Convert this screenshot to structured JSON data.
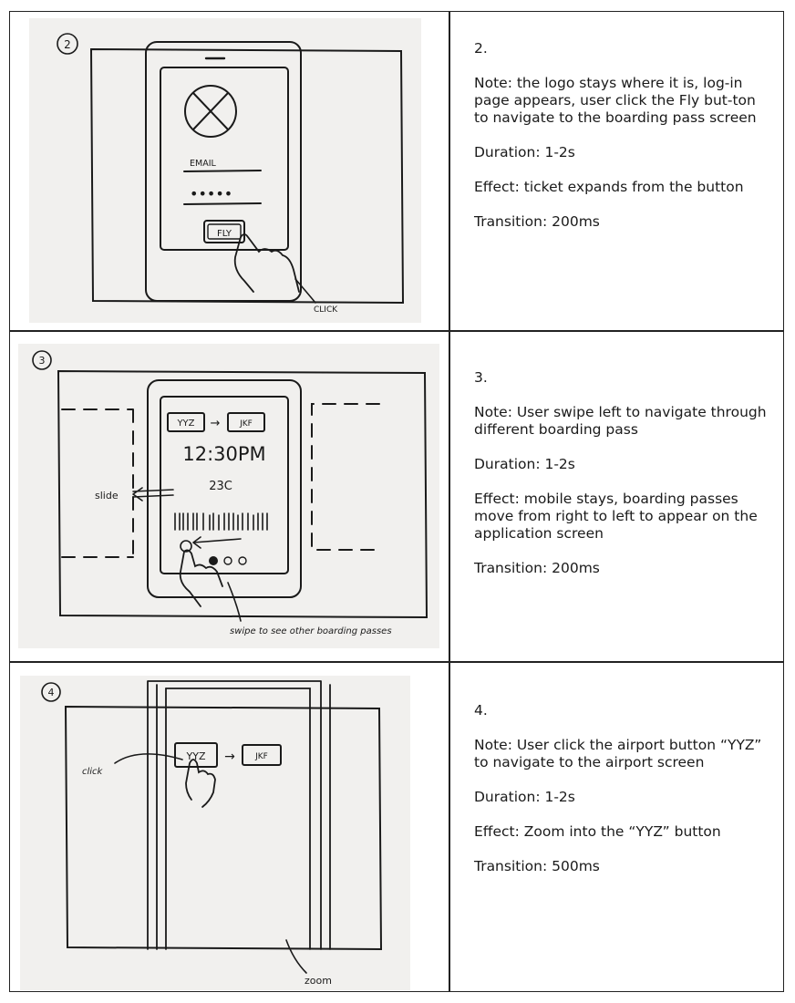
{
  "rows": [
    {
      "step": "2.",
      "note": "Note: the logo stays where it is, log-in page appears, user click the Fly but-ton to navigate to the boarding pass screen",
      "duration": "Duration: 1-2s",
      "effect": "Effect: ticket expands from the button",
      "transition": "Transition: 200ms",
      "sketch": {
        "frame_number": "2",
        "email_label": "EMAIL",
        "password_mask": "•••••",
        "button_label": "FLY",
        "action_label": "CLICK"
      }
    },
    {
      "step": "3.",
      "note": "Note: User swipe left to navigate through different boarding pass",
      "duration": "Duration: 1-2s",
      "effect": "Effect: mobile stays, boarding passes move from right to left to appear on the application screen",
      "transition": "Transition: 200ms",
      "sketch": {
        "frame_number": "3",
        "from_code": "YYZ",
        "to_code": "JKF",
        "arrow": "→",
        "time": "12:30PM",
        "seat": "23C",
        "slide_label": "slide",
        "swipe_label": "swipe to see other boarding passes"
      }
    },
    {
      "step": "4.",
      "note": "Note: User click the airport button “YYZ” to navigate to the airport screen",
      "duration": "Duration: 1-2s",
      "effect": "Effect: Zoom into the “YYZ” button",
      "transition": "Transition: 500ms",
      "sketch": {
        "frame_number": "4",
        "from_code": "YYZ",
        "to_code": "JKF",
        "arrow": "→",
        "click_label": "click",
        "zoom_label": "zoom"
      }
    }
  ]
}
